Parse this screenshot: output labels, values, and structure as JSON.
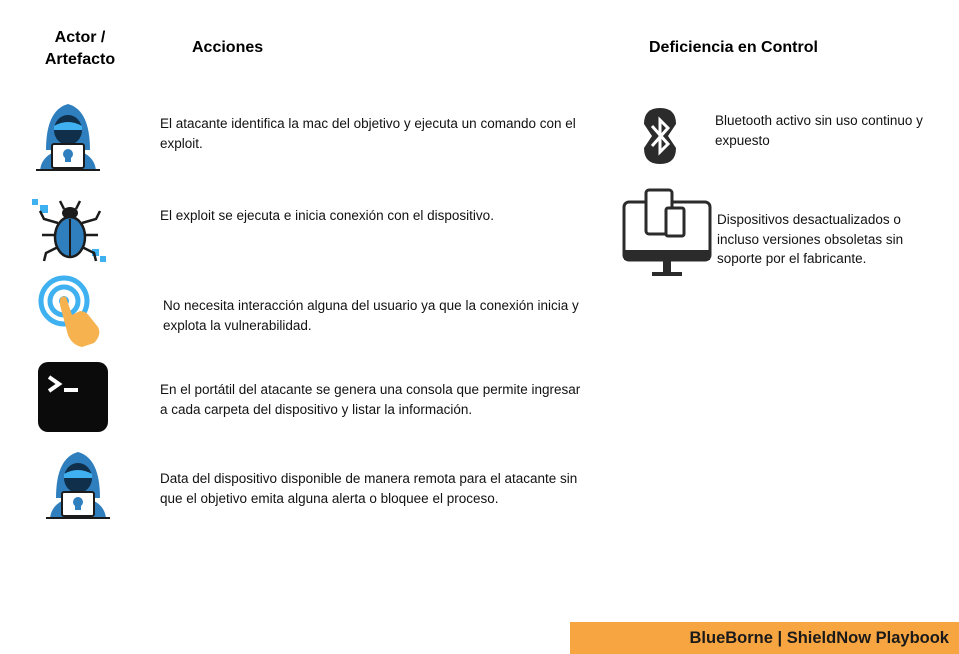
{
  "headers": {
    "actor": "Actor / Artefacto",
    "actions": "Acciones",
    "control": "Deficiencia en Control"
  },
  "actions": [
    {
      "icon": "hacker-icon",
      "text": "El atacante identifica la mac del objetivo y ejecuta un comando con el exploit."
    },
    {
      "icon": "bug-icon",
      "text": "El exploit se ejecuta e inicia conexión con el dispositivo."
    },
    {
      "icon": "touch-icon",
      "text": "No necesita interacción alguna del usuario ya que la conexión inicia y explota la vulnerabilidad."
    },
    {
      "icon": "terminal-icon",
      "text": "En el portátil del atacante se genera una consola que permite ingresar a cada carpeta del dispositivo y listar la información."
    },
    {
      "icon": "hacker-icon",
      "text": "Data del dispositivo disponible de manera remota para el atacante sin que el objetivo emita alguna alerta o bloquee el proceso."
    }
  ],
  "controls": [
    {
      "icon": "bluetooth-icon",
      "text": "Bluetooth activo sin uso continuo y expuesto"
    },
    {
      "icon": "devices-icon",
      "text": "Dispositivos desactualizados o incluso versiones obsoletas sin soporte por el fabricante."
    }
  ],
  "footer": "BlueBorne | ShieldNow Playbook",
  "colors": {
    "accent": "#f7a540",
    "icon_blue": "#2f7fbf",
    "icon_light": "#3fb0f0",
    "hand": "#f5b24e"
  }
}
